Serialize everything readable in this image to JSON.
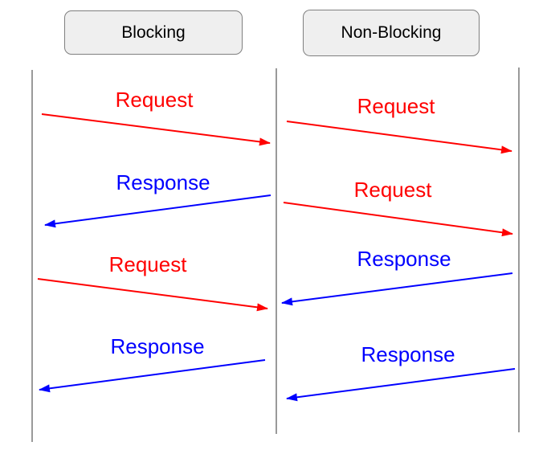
{
  "panels": [
    {
      "name": "blocking",
      "header": "Blocking",
      "messages": [
        {
          "label": "Request",
          "type": "request",
          "direction": "right"
        },
        {
          "label": "Response",
          "type": "response",
          "direction": "left"
        },
        {
          "label": "Request",
          "type": "request",
          "direction": "right"
        },
        {
          "label": "Response",
          "type": "response",
          "direction": "left"
        }
      ]
    },
    {
      "name": "non-blocking",
      "header": "Non-Blocking",
      "messages": [
        {
          "label": "Request",
          "type": "request",
          "direction": "right"
        },
        {
          "label": "Request",
          "type": "request",
          "direction": "right"
        },
        {
          "label": "Response",
          "type": "response",
          "direction": "left"
        },
        {
          "label": "Response",
          "type": "response",
          "direction": "left"
        }
      ]
    }
  ],
  "colors": {
    "request": "#ff0000",
    "response": "#0000ff",
    "lifeline": "#9a9a9a",
    "header_fill": "#efefef",
    "header_border": "#7f7f7f",
    "header_text": "#000000",
    "background": "#ffffff"
  }
}
